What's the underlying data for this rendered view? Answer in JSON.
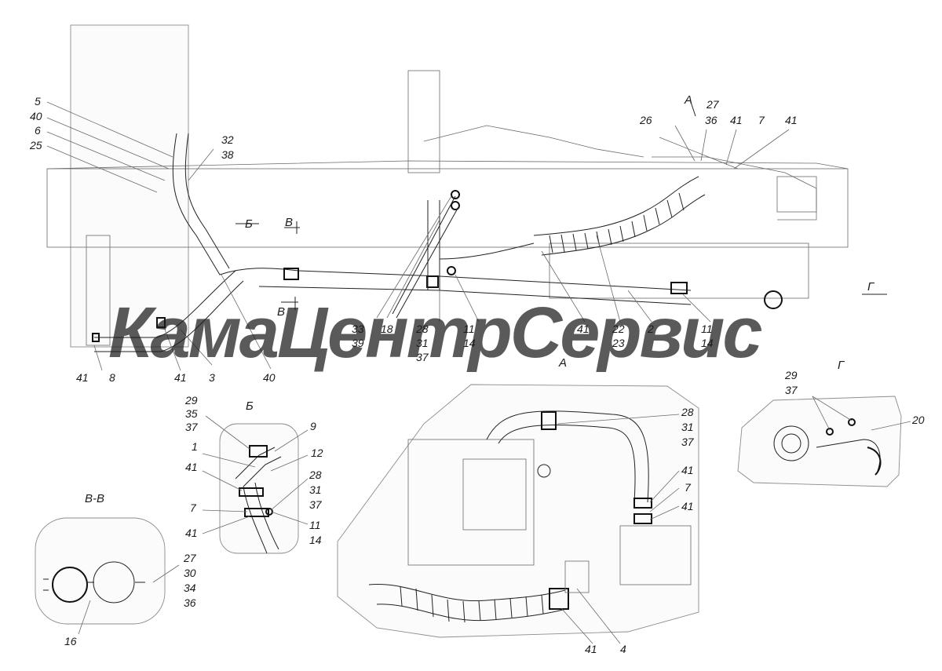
{
  "watermark": {
    "text": "КамаЦентрСервис",
    "color": "#b77b80"
  },
  "views": {
    "a": "А",
    "b": "Б",
    "g": "Г",
    "vv": "В-В"
  },
  "markers": {
    "a": "А",
    "b": "Б",
    "v1": "В",
    "v2": "В",
    "g": "Г"
  },
  "callouts": {
    "main": [
      {
        "id": "m5",
        "lines": [
          "5"
        ]
      },
      {
        "id": "m40",
        "lines": [
          "40"
        ]
      },
      {
        "id": "m6",
        "lines": [
          "6"
        ]
      },
      {
        "id": "m25",
        "lines": [
          "25"
        ]
      },
      {
        "id": "m32",
        "lines": [
          "32",
          "38"
        ]
      },
      {
        "id": "m27",
        "lines": [
          "27"
        ]
      },
      {
        "id": "m26",
        "lines": [
          "26"
        ]
      },
      {
        "id": "m36",
        "lines": [
          "36"
        ]
      },
      {
        "id": "m41a",
        "lines": [
          "41"
        ]
      },
      {
        "id": "m7",
        "lines": [
          "7"
        ]
      },
      {
        "id": "m41b",
        "lines": [
          "41"
        ]
      },
      {
        "id": "m33",
        "lines": [
          "33",
          "39"
        ]
      },
      {
        "id": "m18",
        "lines": [
          "18"
        ]
      },
      {
        "id": "m28",
        "lines": [
          "28",
          "31",
          "37"
        ]
      },
      {
        "id": "m11a",
        "lines": [
          "11",
          "14"
        ]
      },
      {
        "id": "m41c",
        "lines": [
          "41"
        ]
      },
      {
        "id": "m22",
        "lines": [
          "22",
          "23"
        ]
      },
      {
        "id": "m2",
        "lines": [
          "2"
        ]
      },
      {
        "id": "m11b",
        "lines": [
          "11",
          "14"
        ]
      },
      {
        "id": "m41d",
        "lines": [
          "41"
        ]
      },
      {
        "id": "m8",
        "lines": [
          "8"
        ]
      },
      {
        "id": "m41e",
        "lines": [
          "41"
        ]
      },
      {
        "id": "m3",
        "lines": [
          "3"
        ]
      },
      {
        "id": "m40b",
        "lines": [
          "40"
        ]
      }
    ],
    "viewB": [
      {
        "id": "b29",
        "lines": [
          "29",
          "35",
          "37"
        ]
      },
      {
        "id": "b9",
        "lines": [
          "9"
        ]
      },
      {
        "id": "b1",
        "lines": [
          "1"
        ]
      },
      {
        "id": "b12",
        "lines": [
          "12"
        ]
      },
      {
        "id": "b41a",
        "lines": [
          "41"
        ]
      },
      {
        "id": "b7",
        "lines": [
          "7"
        ]
      },
      {
        "id": "b28",
        "lines": [
          "28",
          "31",
          "37"
        ]
      },
      {
        "id": "b41b",
        "lines": [
          "41"
        ]
      },
      {
        "id": "b11",
        "lines": [
          "11",
          "14"
        ]
      }
    ],
    "viewVV": [
      {
        "id": "v27",
        "lines": [
          "27",
          "30",
          "34",
          "36"
        ]
      },
      {
        "id": "v16",
        "lines": [
          "16"
        ]
      }
    ],
    "viewA": [
      {
        "id": "a28",
        "lines": [
          "28",
          "31",
          "37"
        ]
      },
      {
        "id": "a41a",
        "lines": [
          "41"
        ]
      },
      {
        "id": "a7",
        "lines": [
          "7"
        ]
      },
      {
        "id": "a41b",
        "lines": [
          "41"
        ]
      },
      {
        "id": "a41c",
        "lines": [
          "41"
        ]
      },
      {
        "id": "a4",
        "lines": [
          "4"
        ]
      }
    ],
    "viewG": [
      {
        "id": "g29",
        "lines": [
          "29",
          "37"
        ]
      },
      {
        "id": "g20",
        "lines": [
          "20"
        ]
      }
    ]
  }
}
